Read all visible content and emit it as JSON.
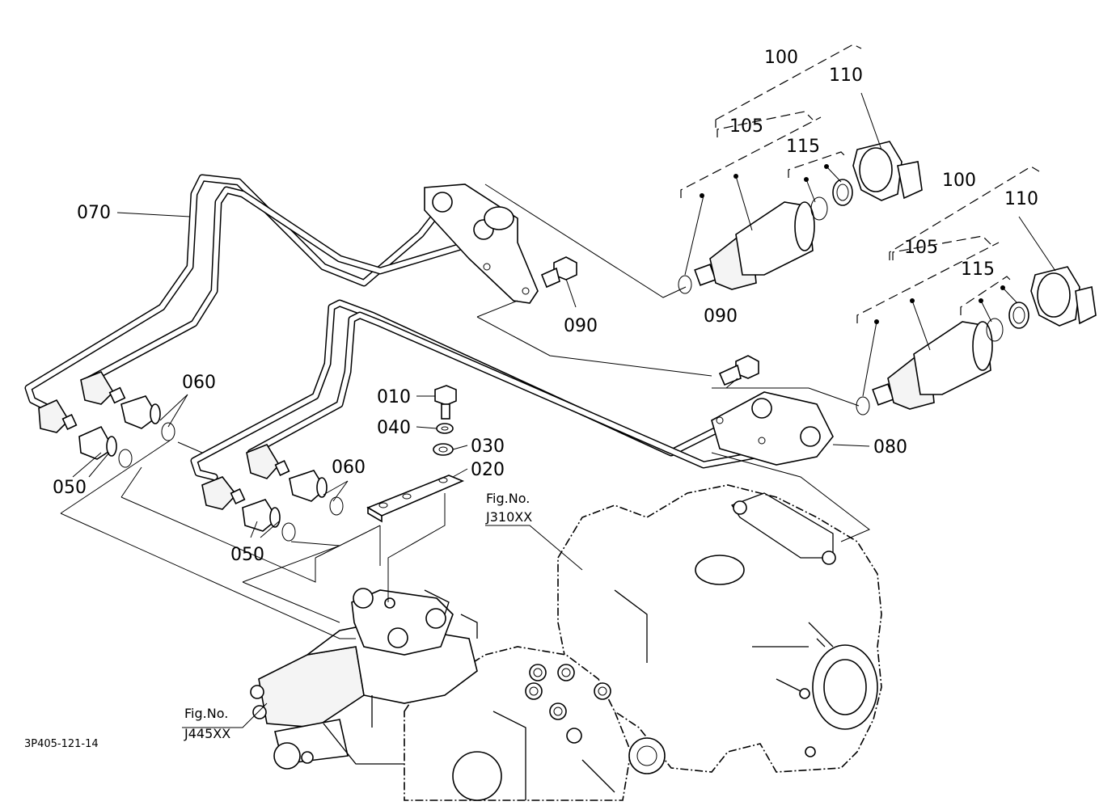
{
  "callouts": {
    "c100a": "100",
    "c110a": "110",
    "c105a": "105",
    "c115a": "115",
    "c100b": "100",
    "c110b": "110",
    "c105b": "105",
    "c115b": "115",
    "c070": "070",
    "c090a": "090",
    "c090b": "090",
    "c060a": "060",
    "c060b": "060",
    "c050a": "050",
    "c050b": "050",
    "c010": "010",
    "c040": "040",
    "c030": "030",
    "c020": "020",
    "c080": "080"
  },
  "figure_refs": {
    "right_label": "Fig.No.",
    "right_code": "J310XX",
    "left_label": "Fig.No.",
    "left_code": "J445XX"
  },
  "image_id": "3P405-121-14"
}
